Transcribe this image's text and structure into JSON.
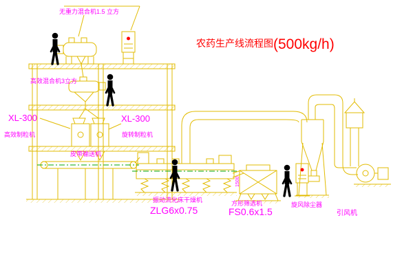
{
  "colors": {
    "line": "#e2bb00",
    "magenta": "#ff00ff",
    "red": "#ff0000",
    "green": "#00a400",
    "black": "#000000",
    "bg": "#ffffff"
  },
  "title": {
    "name": "农药生产线流程图",
    "capacity": "(500kg/h)"
  },
  "labels": {
    "mixer_top": "无重力混合机1.5 立方",
    "mixer_mid": "高效混合机3立方",
    "granulator_left_model": "XL-300",
    "granulator_left_name": "高效制粒机",
    "granulator_right_model": "XL-300",
    "granulator_right_name": "旋转制粒机",
    "belt_conveyor": "皮带输送机",
    "dryer_name": "振动流化床干燥机",
    "dryer_model": "ZLG6x0.75",
    "sifter_name": "方形筛选机",
    "sifter_model": "FS0.6x1.5",
    "cyclone": "旋风除尘器",
    "fan": "引风机",
    "dim_sifter": "1500"
  }
}
